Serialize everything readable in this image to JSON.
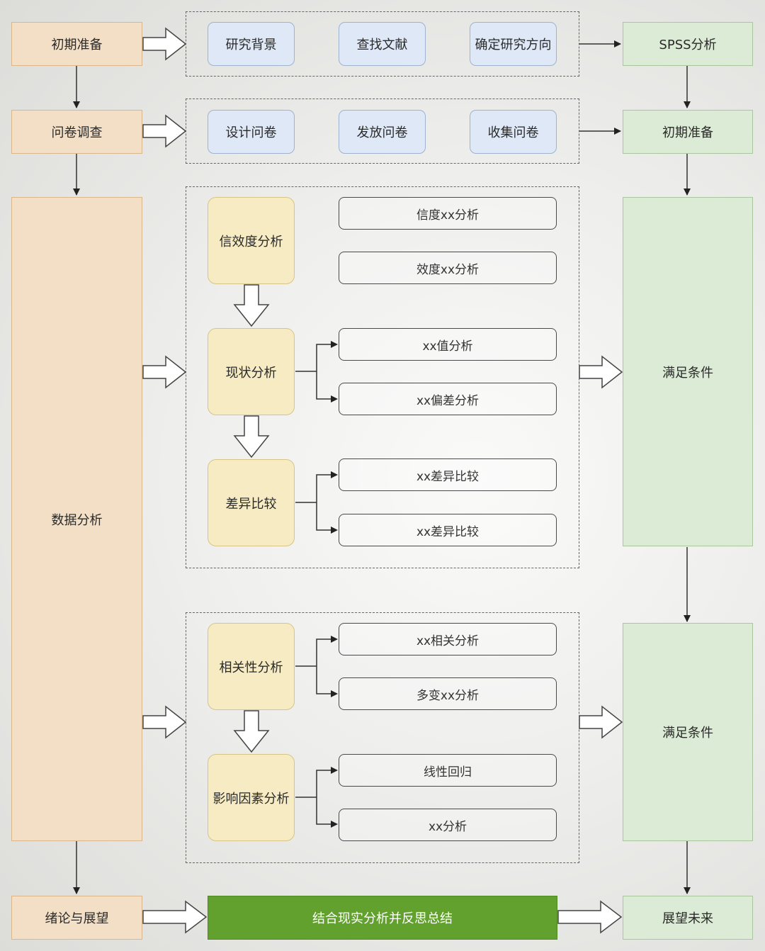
{
  "left_column": {
    "prep": "初期准备",
    "survey": "问卷调查",
    "analysis": "数据分析",
    "conclusion": "绪论与展望"
  },
  "row1": {
    "background": "研究背景",
    "literature": "查找文献",
    "direction": "确定研究方向"
  },
  "row2": {
    "design": "设计问卷",
    "distribute": "发放问卷",
    "collect": "收集问卷"
  },
  "block1": {
    "reliability": "信效度分析",
    "reliability_items": [
      "信度xx分析",
      "效度xx分析"
    ],
    "status": "现状分析",
    "status_items": [
      "xx值分析",
      "xx偏差分析"
    ],
    "difference": "差异比较",
    "difference_items": [
      "xx差异比较",
      "xx差异比较"
    ]
  },
  "block2": {
    "correlation": "相关性分析",
    "correlation_items": [
      "xx相关分析",
      "多变xx分析"
    ],
    "influence": "影响因素分析",
    "influence_items": [
      "线性回归",
      "xx分析"
    ]
  },
  "summary": "结合现实分析并反思总结",
  "right_column": {
    "spss": "SPSS分析",
    "prep": "初期准备",
    "condition1": "满足条件",
    "condition2": "满足条件",
    "outlook": "展望未来"
  },
  "colors": {
    "orange": "#f3dfc6",
    "blue": "#dfe8f6",
    "green": "#dcebd5",
    "yellow": "#f6ebc3",
    "dark_green": "#62a12e"
  }
}
